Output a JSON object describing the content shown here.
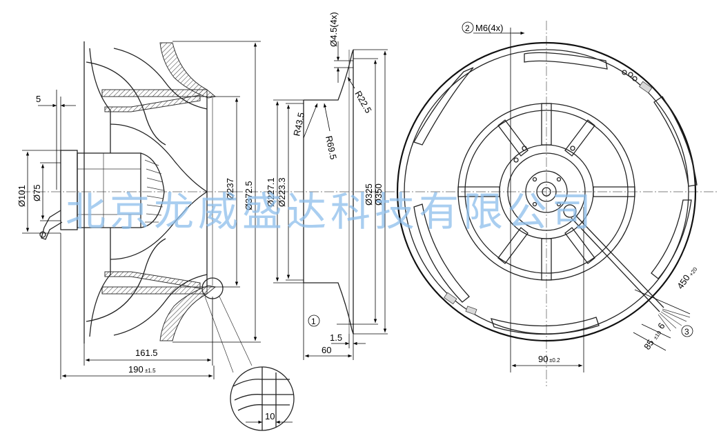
{
  "dimensions": {
    "d_101": "Ø101",
    "d_75": "Ø75",
    "len_5": "5",
    "d_237": "Ø237",
    "d_372_5": "Ø372.5",
    "len_161_5": "161.5",
    "len_190": "190",
    "tol_190": "±1.5",
    "r_43_5": "R43.5",
    "r_69_5": "R69.5",
    "r_22_5": "R22.5",
    "d_4_5": "Ø4.5(4x)",
    "d_227_1": "Ø227.1",
    "d_223_3": "Ø223.3",
    "d_325": "Ø325",
    "d_350": "Ø350",
    "len_1_5": "1.5",
    "len_60": "60",
    "len_10": "10",
    "m6": "M6(4x)",
    "len_90": "90",
    "tol_90": "±0.2",
    "len_450": "450",
    "tol_450": "+20",
    "len_6": "6",
    "len_85": "85",
    "tol_85": "±10"
  },
  "callouts": {
    "c1": "1",
    "c2": "2",
    "c3": "3"
  },
  "watermark": "北京龙威盛达科技有限公司"
}
